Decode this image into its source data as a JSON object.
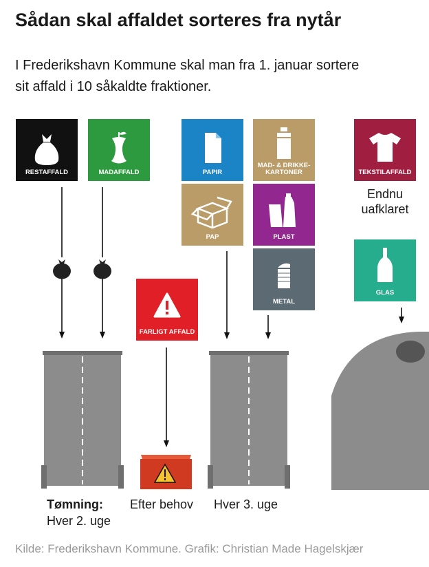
{
  "header": {
    "title": "Sådan skal affaldet sorteres fra nytår",
    "subtitle": "I Frederikshavn Kommune skal man fra 1. januar sortere sit affald i 10 såkaldte fraktioner."
  },
  "categories": {
    "restaffald": {
      "label": "RESTAFFALD",
      "color": "#111111",
      "icon": "trash-bag-icon"
    },
    "madaffald": {
      "label": "MADAFFALD",
      "color": "#2e9a3f",
      "icon": "apple-core-icon"
    },
    "papir": {
      "label": "PAPIR",
      "color": "#1a84c7",
      "icon": "paper-sheet-icon"
    },
    "pap": {
      "label": "PAP",
      "color": "#b99c68",
      "icon": "cardboard-box-icon"
    },
    "mad_drikke": {
      "label_line1": "MAD- & DRIKKE-",
      "label_line2": "KARTONER",
      "color": "#b99c68",
      "icon": "milk-carton-icon"
    },
    "plast": {
      "label": "PLAST",
      "color": "#92288f",
      "icon": "plastic-bottle-icon"
    },
    "metal": {
      "label": "METAL",
      "color": "#5c6a74",
      "icon": "tin-can-icon"
    },
    "tekstil": {
      "label": "TEKSTILAFFALD",
      "color": "#a01e40",
      "icon": "tshirt-icon"
    },
    "glas": {
      "label": "GLAS",
      "color": "#25ad8e",
      "icon": "glass-bottle-icon"
    },
    "farligt": {
      "label": "FARLIGT AFFALD",
      "color": "#e01f26",
      "icon": "warning-triangle-icon"
    }
  },
  "notes": {
    "tekstil_line1": "Endnu",
    "tekstil_line2": "uafklaret"
  },
  "schedule": {
    "label": "Tømning:",
    "bin1": "Hver 2. uge",
    "hazard": "Efter behov",
    "bin2": "Hver 3. uge"
  },
  "source": "Kilde: Frederikshavn Kommune. Grafik: Christian Made Hagelskjær",
  "colors": {
    "bin_gray": "#8c8c8c",
    "bin_dark": "#6f6f6f",
    "hazard_box": "#d03a20",
    "arrow": "#111111"
  }
}
